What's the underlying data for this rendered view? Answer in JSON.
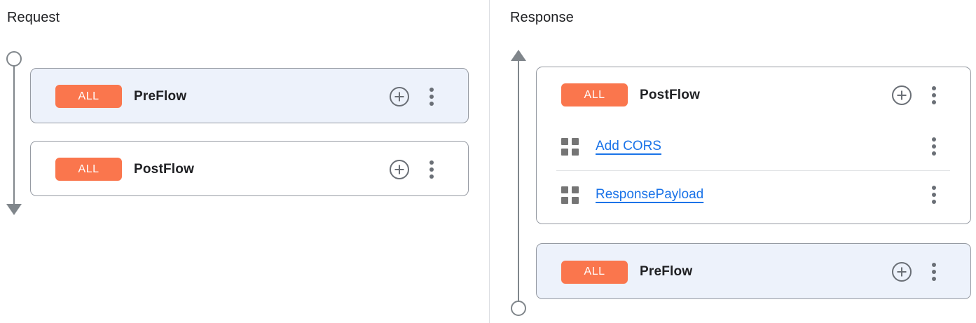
{
  "request_panel": {
    "title": "Request",
    "cards": [
      {
        "badge": "ALL",
        "label": "PreFlow",
        "highlighted": true
      },
      {
        "badge": "ALL",
        "label": "PostFlow",
        "highlighted": false
      }
    ]
  },
  "response_panel": {
    "title": "Response",
    "postflow_card": {
      "badge": "ALL",
      "label": "PostFlow",
      "policies": [
        {
          "label": "Add CORS"
        },
        {
          "label": "ResponsePayload"
        }
      ]
    },
    "preflow_card": {
      "badge": "ALL",
      "label": "PreFlow",
      "highlighted": true
    }
  },
  "colors": {
    "badge_orange": "#fa764d",
    "highlight_blue": "#edf2fb",
    "link_blue": "#1a73e8",
    "card_border": "#969ba3",
    "timeline_gray": "#80868b",
    "icon_gray": "#6a6f76",
    "text_dark": "#202124"
  },
  "icons": {
    "add": "circle-plus-icon",
    "menu": "kebab-menu-icon",
    "policy": "grid-icon",
    "request_flow": "down-arrow-timeline",
    "response_flow": "up-arrow-timeline"
  }
}
